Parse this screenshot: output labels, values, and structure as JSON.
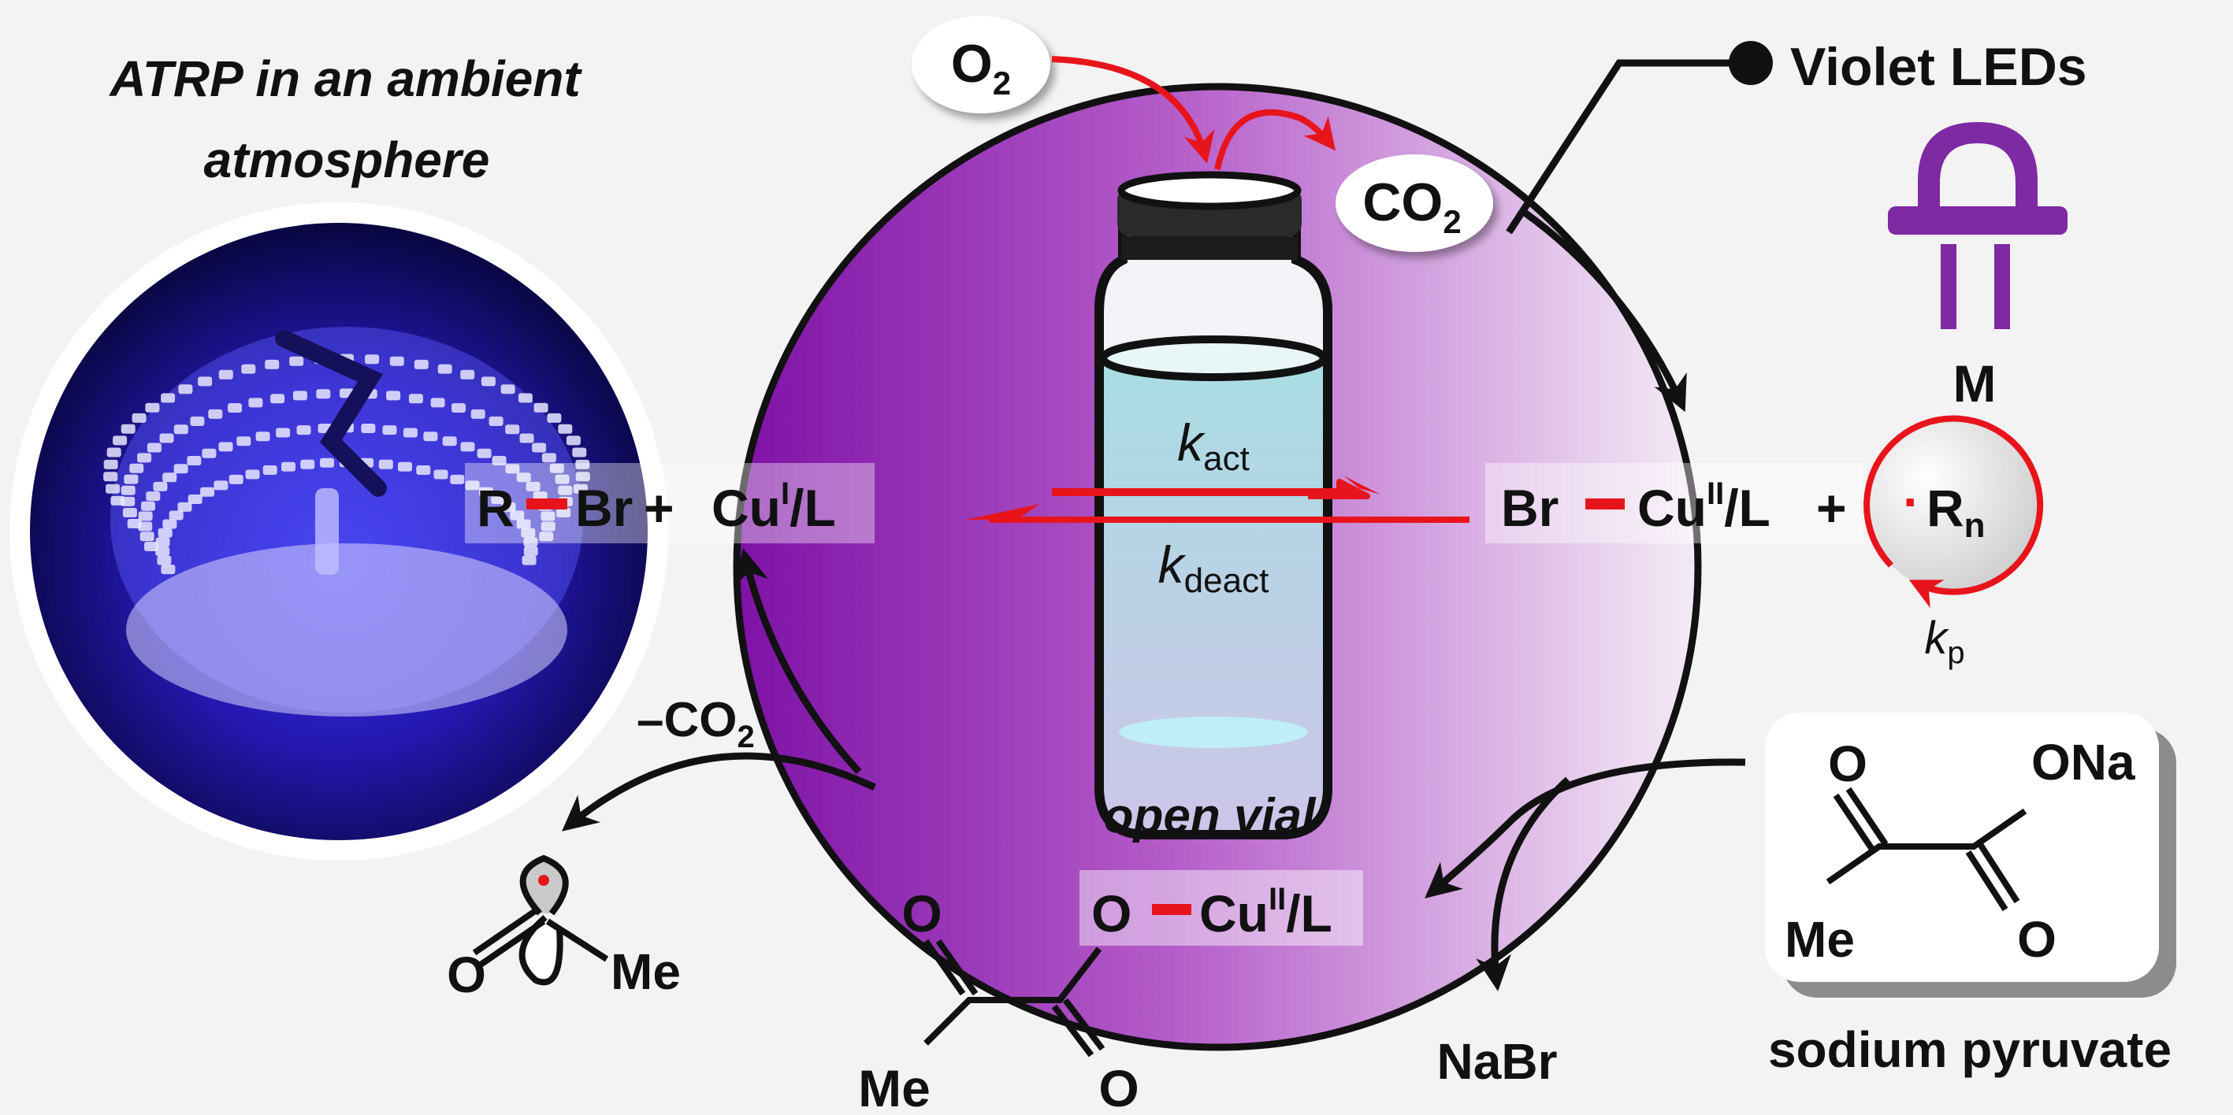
{
  "photo_caption": {
    "line1": "ATRP in an ambient",
    "line2": "atmosphere"
  },
  "oxygen": {
    "base": "O",
    "sub": "2"
  },
  "carbon_dioxide": {
    "base": "CO",
    "sub": "2"
  },
  "light": {
    "label": "Violet LEDs"
  },
  "monomer": {
    "label": "M"
  },
  "vial": {
    "caption": "open vial",
    "k_act": {
      "k": "k",
      "sub": "act"
    },
    "k_deact": {
      "k": "k",
      "sub": "deact"
    }
  },
  "left_species": {
    "R": "R",
    "Br": "Br",
    "plus": "+",
    "Cu": "Cu",
    "sup": "I",
    "L": "/L"
  },
  "right_species": {
    "Br": "Br",
    "Cu": "Cu",
    "sup": "II",
    "L": "/L",
    "plus": "+"
  },
  "radical": {
    "dot": "·",
    "R": "R",
    "sub": "n",
    "kp_k": "k",
    "kp_sub": "p"
  },
  "decarboxylation": {
    "minus": "–CO",
    "sub": "2"
  },
  "pyruvate_complex": {
    "O": "O",
    "Cu": "Cu",
    "sup": "II",
    "L": "/L",
    "ketone_O": "O",
    "acid_O": "O",
    "methyl": "Me"
  },
  "acyl_radical": {
    "O": "O",
    "methyl": "Me"
  },
  "byproduct": {
    "label": "NaBr"
  },
  "sodium_pyruvate": {
    "name": "sodium pyruvate",
    "ketone_O": "O",
    "ONa": "ONa",
    "methyl": "Me",
    "acid_O": "O"
  },
  "colors": {
    "purple": "#8e24b0",
    "arrow_red": "#e8141c",
    "led_violet": "#7d2aa3",
    "ink": "#111111"
  }
}
